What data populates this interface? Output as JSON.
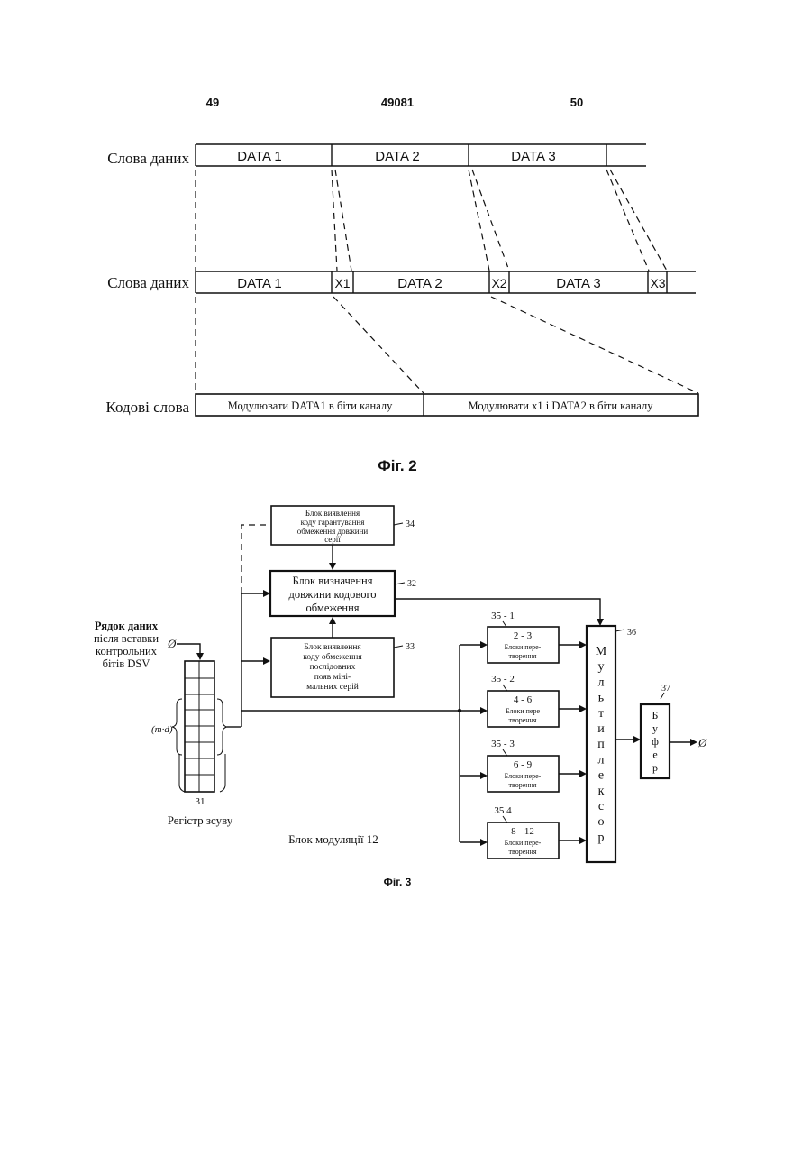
{
  "header": {
    "page_left": "49",
    "doc_number": "49081",
    "page_right": "50"
  },
  "fig2": {
    "row1_label": "Слова даних",
    "row1_cells": [
      "DATA 1",
      "DATA 2",
      "DATA 3"
    ],
    "row2_label": "Слова даних",
    "row2_cells": [
      "DATA 1",
      "DATA 2",
      "DATA 3"
    ],
    "row2_bits": [
      "X1",
      "X2",
      "X3"
    ],
    "row3_label": "Кодові слова",
    "row3_cells": [
      "Модулювати DATA1 в біти каналу",
      "Модулювати x1 і DATA2 в біти каналу"
    ],
    "caption": "Фіг. 2"
  },
  "fig3": {
    "input_label": [
      "Рядок даних",
      "після вставки",
      "контрольних",
      "бітів DSV"
    ],
    "in_symbol": "Ø",
    "out_symbol": "Ø",
    "shift_register_label": "Регістр зсуву",
    "shift_register_num": "31",
    "brace_label": "(m·d)",
    "block34": {
      "lines": [
        "Блок виявлення",
        "коду гарантування",
        "обмеження довжини",
        "серії"
      ],
      "num": "34"
    },
    "block32": {
      "lines": [
        "Блок визначення",
        "довжини кодового",
        "обмеження"
      ],
      "num": "32"
    },
    "block33": {
      "lines": [
        "Блок виявлення",
        "коду обмеження",
        "послідовних",
        "появ міні-",
        "мальних серій"
      ],
      "num": "33"
    },
    "converters": [
      {
        "num": "35 - 1",
        "range": "2 - 3",
        "lines": [
          "Блоки пере-",
          "творення"
        ]
      },
      {
        "num": "35 - 2",
        "range": "4 - 6",
        "lines": [
          "Блоки пере",
          "творення"
        ]
      },
      {
        "num": "35 - 3",
        "range": "6 - 9",
        "lines": [
          "Блоки пере-",
          "творення"
        ]
      },
      {
        "num": "35  4",
        "range": "8 - 12",
        "lines": [
          "Блоки пере-",
          "творення"
        ]
      }
    ],
    "mux": {
      "letters": [
        "М",
        "у",
        "л",
        "ь",
        "т",
        "и",
        "п",
        "л",
        "е",
        "к",
        "с",
        "о",
        "р"
      ],
      "num": "36"
    },
    "buffer": {
      "letters": [
        "Б",
        "у",
        "ф",
        "е",
        "р"
      ],
      "num": "37"
    },
    "module_label": "Блок модуляції 12",
    "caption": "Фіг. 3"
  }
}
